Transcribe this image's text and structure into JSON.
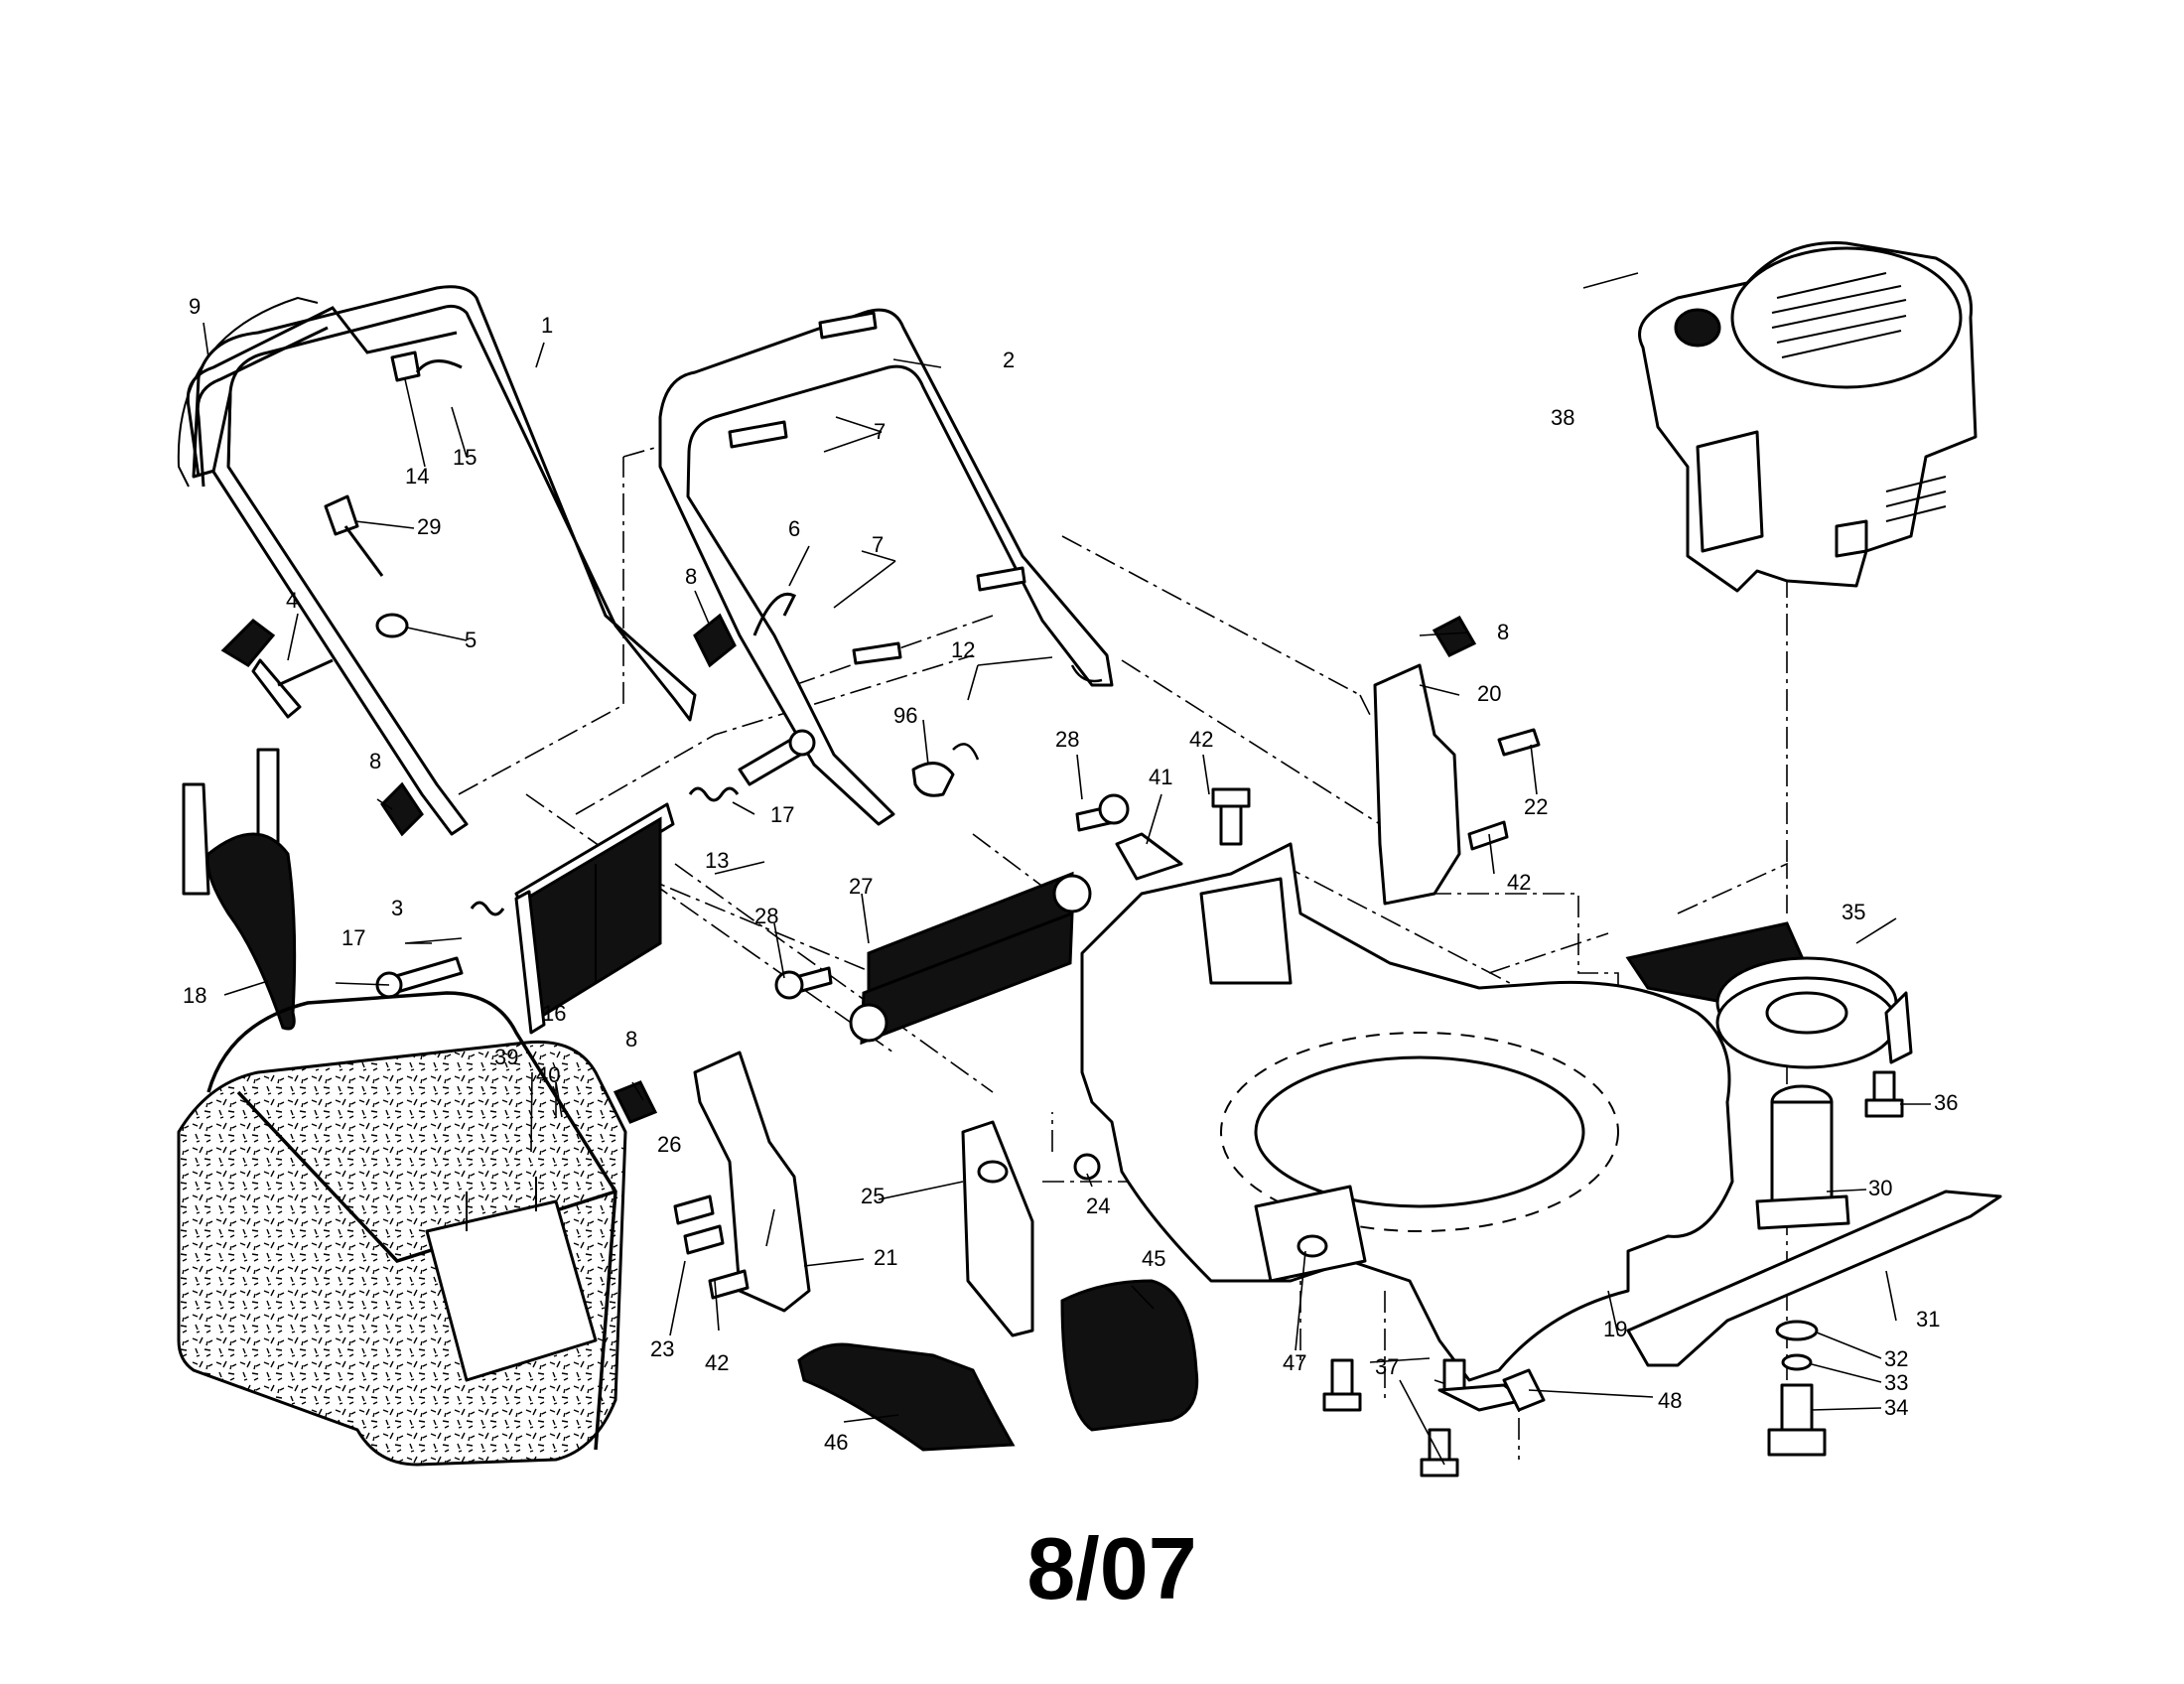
{
  "date_label": "8/07",
  "callouts": [
    {
      "id": "c1",
      "text": "1"
    },
    {
      "id": "c2",
      "text": "2"
    },
    {
      "id": "c3",
      "text": "3"
    },
    {
      "id": "c4",
      "text": "4"
    },
    {
      "id": "c5",
      "text": "5"
    },
    {
      "id": "c6",
      "text": "6"
    },
    {
      "id": "c7a",
      "text": "7"
    },
    {
      "id": "c7b",
      "text": "7"
    },
    {
      "id": "c8a",
      "text": "8"
    },
    {
      "id": "c8b",
      "text": "8"
    },
    {
      "id": "c8c",
      "text": "8"
    },
    {
      "id": "c8d",
      "text": "8"
    },
    {
      "id": "c9",
      "text": "9"
    },
    {
      "id": "c12",
      "text": "12"
    },
    {
      "id": "c13",
      "text": "13"
    },
    {
      "id": "c14",
      "text": "14"
    },
    {
      "id": "c15",
      "text": "15"
    },
    {
      "id": "c16",
      "text": "16"
    },
    {
      "id": "c17a",
      "text": "17"
    },
    {
      "id": "c17b",
      "text": "17"
    },
    {
      "id": "c18",
      "text": "18"
    },
    {
      "id": "c19",
      "text": "19"
    },
    {
      "id": "c20",
      "text": "20"
    },
    {
      "id": "c21",
      "text": "21"
    },
    {
      "id": "c22",
      "text": "22"
    },
    {
      "id": "c23",
      "text": "23"
    },
    {
      "id": "c24",
      "text": "24"
    },
    {
      "id": "c25",
      "text": "25"
    },
    {
      "id": "c26",
      "text": "26"
    },
    {
      "id": "c27",
      "text": "27"
    },
    {
      "id": "c28a",
      "text": "28"
    },
    {
      "id": "c28b",
      "text": "28"
    },
    {
      "id": "c29",
      "text": "29"
    },
    {
      "id": "c30",
      "text": "30"
    },
    {
      "id": "c31",
      "text": "31"
    },
    {
      "id": "c32",
      "text": "32"
    },
    {
      "id": "c33",
      "text": "33"
    },
    {
      "id": "c34",
      "text": "34"
    },
    {
      "id": "c35",
      "text": "35"
    },
    {
      "id": "c36",
      "text": "36"
    },
    {
      "id": "c37",
      "text": "37"
    },
    {
      "id": "c38",
      "text": "38"
    },
    {
      "id": "c39",
      "text": "39"
    },
    {
      "id": "c40",
      "text": "40"
    },
    {
      "id": "c41",
      "text": "41"
    },
    {
      "id": "c42a",
      "text": "42"
    },
    {
      "id": "c42b",
      "text": "42"
    },
    {
      "id": "c42c",
      "text": "42"
    },
    {
      "id": "c45",
      "text": "45"
    },
    {
      "id": "c46",
      "text": "46"
    },
    {
      "id": "c47",
      "text": "47"
    },
    {
      "id": "c48",
      "text": "48"
    },
    {
      "id": "c96",
      "text": "96"
    }
  ]
}
